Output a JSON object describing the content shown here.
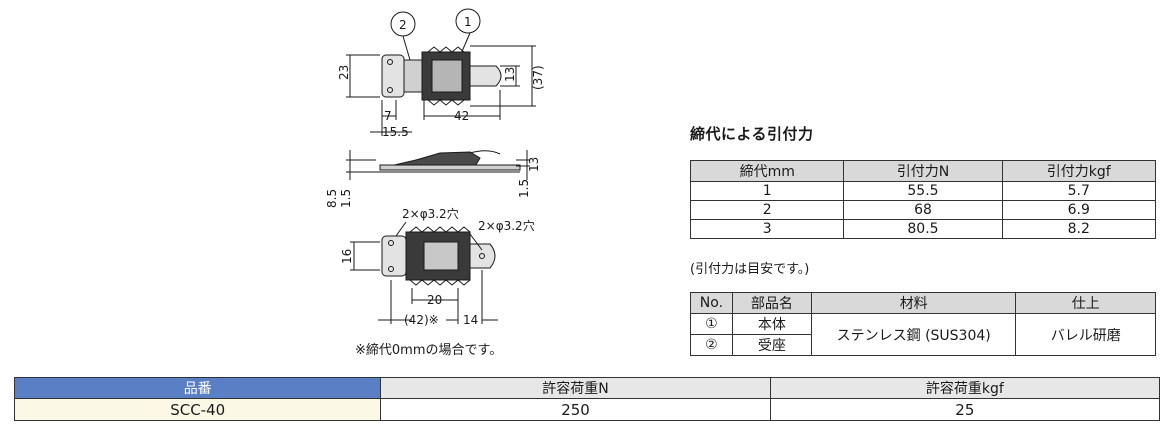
{
  "drawing": {
    "callout_1": "1",
    "callout_2": "2",
    "dim_23": "23",
    "dim_13_top": "13",
    "dim_37": "(37)",
    "dim_7": "7",
    "dim_42": "42",
    "dim_15_5": "15.5",
    "dim_13_side": "13",
    "dim_8_5": "8.5",
    "dim_1_5_left": "1.5",
    "dim_1_5_right": "1.5",
    "hole_label_left": "2×φ3.2穴",
    "hole_label_right": "2×φ3.2穴",
    "dim_16": "16",
    "dim_20": "20",
    "dim_42_note": "(42)※",
    "dim_14": "14",
    "caption": "※締代0mmの場合です。"
  },
  "pull_force": {
    "title": "締代による引付力",
    "headers": [
      "締代mm",
      "引付力N",
      "引付力kgf"
    ],
    "rows": [
      [
        "1",
        "55.5",
        "5.7"
      ],
      [
        "2",
        "68",
        "6.9"
      ],
      [
        "3",
        "80.5",
        "8.2"
      ]
    ],
    "note": "(引付力は目安です。)"
  },
  "parts": {
    "headers": [
      "No.",
      "部品名",
      "材料",
      "仕上"
    ],
    "rows": [
      [
        "①",
        "本体"
      ],
      [
        "②",
        "受座"
      ]
    ],
    "material": "ステンレス鋼 (SUS304)",
    "finish": "バレル研磨"
  },
  "spec": {
    "headers": [
      "品番",
      "許容荷重N",
      "許容荷重kgf"
    ],
    "row": [
      "SCC-40",
      "250",
      "25"
    ],
    "header_color": "#5a7fc4",
    "first_cell_color": "#fbf8e6"
  }
}
